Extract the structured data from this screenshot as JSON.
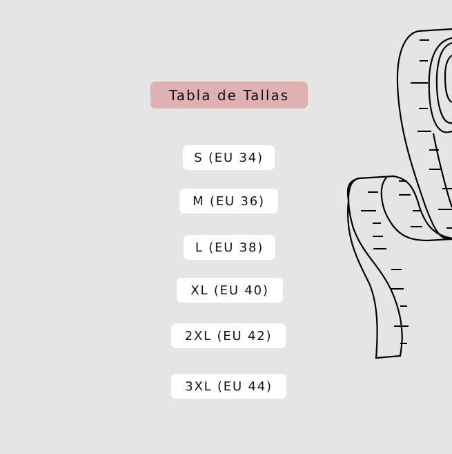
{
  "title": "Tabla de Tallas",
  "sizes": [
    "S (EU 34)",
    "M (EU 36)",
    "L (EU 38)",
    "XL (EU 40)",
    "2XL (EU 42)",
    "3XL (EU 44)"
  ],
  "colors": {
    "background": "#e5e5e5",
    "title_bg": "#dfb2b1",
    "pill_bg": "#ffffff"
  }
}
